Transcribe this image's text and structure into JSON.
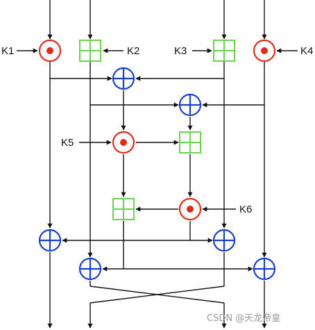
{
  "diagram": {
    "keys": {
      "k1": "K1",
      "k2": "K2",
      "k3": "K3",
      "k4": "K4",
      "k5": "K5",
      "k6": "K6"
    },
    "watermark": "CSDN @天龙帝皇",
    "colors": {
      "line": "#111111",
      "multiply": "#e02a1a",
      "addition_mod": "#6bd44e",
      "xor": "#1a3fc8"
    },
    "operators": {
      "multiply": "multiply-mod-icon",
      "addition": "add-mod-icon",
      "xor": "xor-icon"
    }
  }
}
